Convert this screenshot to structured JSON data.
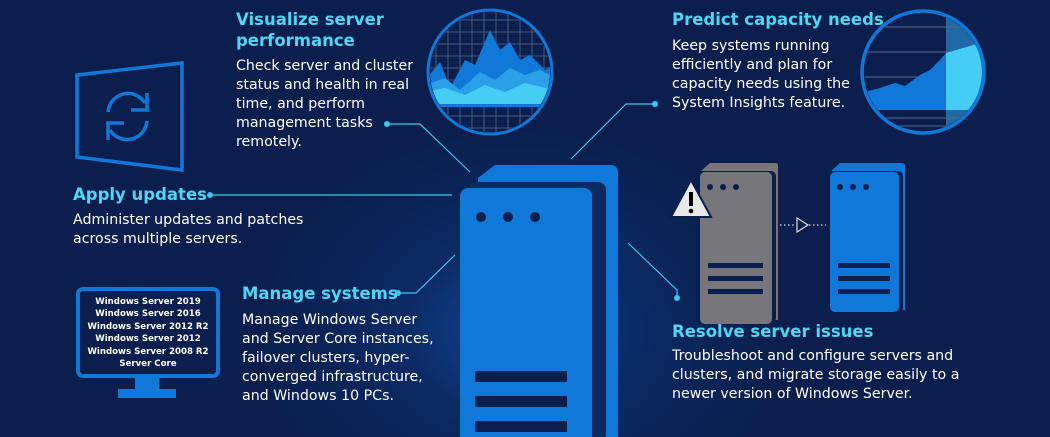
{
  "visualize": {
    "title_1": "Visualize server",
    "title_2": "performance",
    "body": [
      "Check server and cluster",
      "status and health in real",
      "time, and perform",
      "management tasks",
      "remotely."
    ]
  },
  "predict": {
    "title": "Predict capacity needs",
    "body": [
      "Keep systems running",
      "efficiently and plan for",
      "capacity needs using the",
      "System Insights feature."
    ]
  },
  "apply": {
    "title": "Apply updates",
    "body": [
      "Administer updates and patches",
      "across multiple servers."
    ]
  },
  "manage": {
    "title": "Manage systems",
    "body": [
      "Manage Windows Server",
      "and Server Core instances,",
      "failover clusters, hyper-",
      "converged infrastructure,",
      "and Windows 10 PCs."
    ]
  },
  "resolve": {
    "title": "Resolve server issues",
    "body": [
      "Troubleshoot and configure servers and",
      "clusters, and migrate storage easily to a",
      "newer version of Windows Server."
    ]
  },
  "monitor": {
    "versions": [
      "Windows Server 2019",
      "Windows Server 2016",
      "Windows Server 2012 R2",
      "Windows Server 2012",
      "Windows Server 2008 R2",
      "Server Core"
    ]
  },
  "colors": {
    "background": "#0a1f4d",
    "accent": "#4fd6f3",
    "blue": "#0f78d8"
  }
}
